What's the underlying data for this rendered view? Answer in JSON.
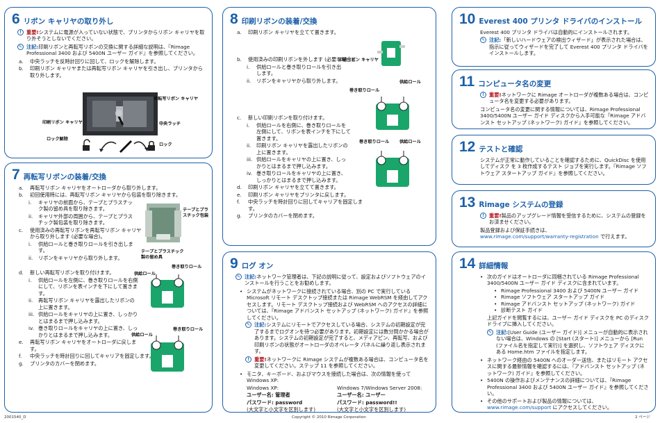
{
  "s6": {
    "num": "6",
    "title": "リボン キャリヤの取り外し",
    "n1_lead": "重要!",
    "n1": "システムに電源が入っていない状態で、プリンタからリボン キャリヤを取り外そうとしないでください。",
    "n2_lead": "注記:",
    "n2": "印刷リボンと再転写リボンの交換に関する詳細な説明は、『Rimage Professional 3400 および 5400N ユーザー ガイド』を参照してください。",
    "a_label": "a.",
    "a": "中央ラッチを反時計回りに回して、ロックを解除します。",
    "b_label": "b.",
    "b": "印刷リボン キャリヤまたは再転写リボン キャリヤを引き出し、プリンタから取り外します。",
    "lbl_retransfer_carrier": "再転写リボン キャリヤ",
    "lbl_print_carrier": "印刷リボン キャリヤ",
    "lbl_center_latch": "中央ラッチ",
    "lbl_unlock": "ロック解除",
    "lbl_lock": "ロック"
  },
  "s7": {
    "num": "7",
    "title": "再転写リボンの装着/交換",
    "a_label": "a.",
    "a": "再転写リボン キャリヤをオートローダから取り外します。",
    "b_label": "b.",
    "b": "初回使用時には、再転写リボン キャリヤから包装を取り除きます。",
    "b1_label": "i.",
    "b1": "キャリヤの前面から、テープとプラスチック製の留め具を取り除きます。",
    "b2_label": "ii.",
    "b2": "キャリヤ外部の周囲から、テープとプラスチック製包装を取り除きます。",
    "lbl_tape_wrap": "テープとプラスチック包装",
    "lbl_tape_clip": "テープとプラスチック製の留め具",
    "c_label": "c.",
    "c": "使用済みの再転写リボンを再転写リボン キャリヤから取り外します (必要な場合)。",
    "c1_label": "i.",
    "c1": "供給ロールと巻き取りロールを引き出します。",
    "c2_label": "ii.",
    "c2": "リボンをキャリヤから取り外します。",
    "lbl_takeup": "巻き取りロール",
    "lbl_supply": "供給ロール",
    "d_label": "d.",
    "d": "新しい再転写リボンを取り付けます。",
    "d1_label": "i.",
    "d1": "供給ロールを左側に、巻き取りロールを右側にして、リボンを表インチを下にして置きます。",
    "d2_label": "ii.",
    "d2": "再転写リボン キャリヤを露出したリボンの上に置きます。",
    "d3_label": "iii.",
    "d3": "供給ロールをキャリヤの上に置き、しっかりとはまるまで押し込みます。",
    "d4_label": "iv.",
    "d4": "巻き取りロールをキャリヤの上に置き、しっかりとはまるまで押し込みます。",
    "lbl_supply2": "供給ロール",
    "lbl_takeup2": "巻き取りロール",
    "e_label": "e.",
    "e": "再転写リボン キャリヤをオートローダに戻します。",
    "f_label": "f.",
    "f": "中央ラッチを時計回りに回してキャリアを固定します。",
    "g_label": "g.",
    "g": "プリンタのカバーを閉めます。"
  },
  "s8": {
    "num": "8",
    "title": "印刷リボンの装着/交換",
    "a_label": "a.",
    "a": "印刷リボン キャリヤを立てて置きます。",
    "lbl_print_carrier": "印刷リボン キャリヤ",
    "b_label": "b.",
    "b": "使用済みの印刷リボンを外します (必要な場合)。",
    "b1_label": "i.",
    "b1": "供給ロールと巻き取りロールを引き出します。",
    "b2_label": "ii.",
    "b2": "リボンをキャリヤから取り外します。",
    "lbl_takeup": "巻き取りロール",
    "lbl_supply": "供給ロール",
    "c_label": "c.",
    "c": "新しい印刷リボンを取り付けます。",
    "c1_label": "i.",
    "c1": "供給ロールを右側に、巻き取りロールを左側にして、リボンを表インチを下にして置きます。",
    "c2_label": "ii.",
    "c2": "印刷リボン キャリヤを露出したリボンの上に置きます。",
    "c3_label": "iii.",
    "c3": "供給ロールをキャリヤの上に置き、しっかりとはまるまで押し込みます。",
    "c4_label": "iv.",
    "c4": "巻き取りロールをキャリヤの上に置き、しっかりとはまるまで押し込みます。",
    "lbl_takeup2": "巻き取りロール",
    "lbl_supply2": "供給ロール",
    "d_label": "d.",
    "d": "印刷リボン キャリヤを立てて置きます。",
    "e_label": "e.",
    "e": "印刷リボン キャリヤをプリンタに戻します。",
    "f_label": "f.",
    "f": "中央ラッチを時計回りに回してキャリアを固定します。",
    "g_label": "g.",
    "g": "プリンタのカバーを閉めます。"
  },
  "s9": {
    "num": "9",
    "title": "ログ オン",
    "n1_lead": "注記:",
    "n1": "ネットワーク管理者は、下記の説明に従って、設定およびソフトウェアのインストールを行うことをお勧めします。",
    "bul1": "システムがネットワークに接続されている場合、別の PC で実行している Microsoft リモート デスクトップ接続または Rimage WebRSM を経由してアクセスします。リモート デスクトップ接続および WebRSM へのアクセスの詳細については、『Rimage アドバンスト セットアップ (ネットワーク) ガイド』を参照してください。",
    "n2_lead": "注記:",
    "n2": "システムにリモートでアクセスしている場合、システムの初期設定が完了するまでログオンを待つ必要があります。初期設定には数分間かかる場合があります。システムの初期設定が完了すると、メディアピン、再転写、および印刷リボンの状態がオートローダのオペレータ パネルに繰り返し表示されます。",
    "n3_lead": "重要!",
    "n3": "ネットワークに Rimage システムが複数ある場合は、コンピュータ名を変更してください。ステップ 11 を参照してください。",
    "bul2": "モニタ、キーボード、およびマウスを接続した場合は、次の情報を使って Windows XP:",
    "xp_head": "Windows XP:",
    "w7_head": "Windows 7/Windows Server 2008:",
    "xp_user": "ユーザー名: 管理者",
    "w7_user": "ユーザー名: ユーザー",
    "xp_pass": "パスワード: password",
    "xp_case": "(大文字と小文字を区別します)",
    "w7_pass": "パスワード: password!!",
    "w7_case": "(大文字と小文字を区別します)"
  },
  "s10": {
    "num": "10",
    "title": "Everest 400 プリンタ ドライバのインストール",
    "para": "Everest 400 プリンタ ドライバは自動的にインストールされます。",
    "n1_lead": "注記:",
    "n1": "「新しいハードウェアの検出ウィザード」が表示された場合は、指示に従ってウィザードを完了して Everest 400 プリンタ ドライバをインストールします。"
  },
  "s11": {
    "num": "11",
    "title": "コンピュータ名の変更",
    "n1_lead": "重要!",
    "n1": "ネットワークに Rimage オートローダが複数ある場合は、コンピュータ名を変更する必要があります。",
    "para": "コンピュータ名の変更に関する情報については、Rimage Professional 3400/5400N ユーザー ガイド ディスクから入手可能な『Rimage アドバンスト セットアップ (ネットワーク) ガイド』を参照してください。"
  },
  "s12": {
    "num": "12",
    "title": "テストと確認",
    "para": "システムが正常に動作していることを確認するために、QuickDisc を使用してディスク を 3 枚作成するテスト ジョブを実行します。『Rimage ソフトウェア スタートアップ ガイド』を参照してください。"
  },
  "s13": {
    "num": "13",
    "title": "Rimage システムの登録",
    "n1_lead": "重要!",
    "n1": "製品のアップグレード情報を受信するために、システムの登録をお済ませください。",
    "para": "製品登録および保証手続きは、",
    "link": "www.rimage.com/support/warranty-registration",
    "para_end": " で行えます。"
  },
  "s14": {
    "num": "14",
    "title": "詳細情報",
    "bul1": "次のガイドはオートローダに同梱されている Rimage Professional 3400/5400N ユーザー ガイド ディスクに含まれています。",
    "g1": "Rimage Professional 3400 および 5400N ユーザー ガイド",
    "g2": "Rimage ソフトウェア スタートアップ ガイド",
    "g3": "Rimage アドバンスト セットアップ (ネットワーク) ガイド",
    "g4": "診断テスト ガイド",
    "para": "上記ガイドを閲覧するには、ユーザー ガイド ディスクを PC のディスク ドライブに挿入してください。",
    "n1_lead": "注記:",
    "n1": "[User Guide (ユーザー ガイド)] メニューが自動的に表示されない場合は、Windows の [Start (スタート)] メニューから [Run (ファイル名を指定して実行)] を選択し、ソフトウェア ディスクにある Home.htm ファイルを指定します。",
    "bul2": "ネットワーク経由の 5400N へのオーダー送信、またはリモート アクセスに関する最新情報を確認するには、『アドバンスト セットアップ (ネットワーク) ガイド』を参照してください。",
    "bul3": "5400N の操作およびメンテナンスの詳細については、『Rimage Professional 3400 および 5400N ユーザー ガイド』を参照してください。",
    "bul4_a": "その他のサポートおよび製品の情報については、",
    "bul4_link": "www.rimage.com/support",
    "bul4_b": " にアクセスしてください。"
  },
  "footer": {
    "left": "2001540_D",
    "center": "Copyright © 2010 Rimage Corporation",
    "right": "2 ページ"
  },
  "colors": {
    "accent": "#1b5fa8",
    "important": "#b0141d",
    "carrier_green": "#1aa56b"
  }
}
